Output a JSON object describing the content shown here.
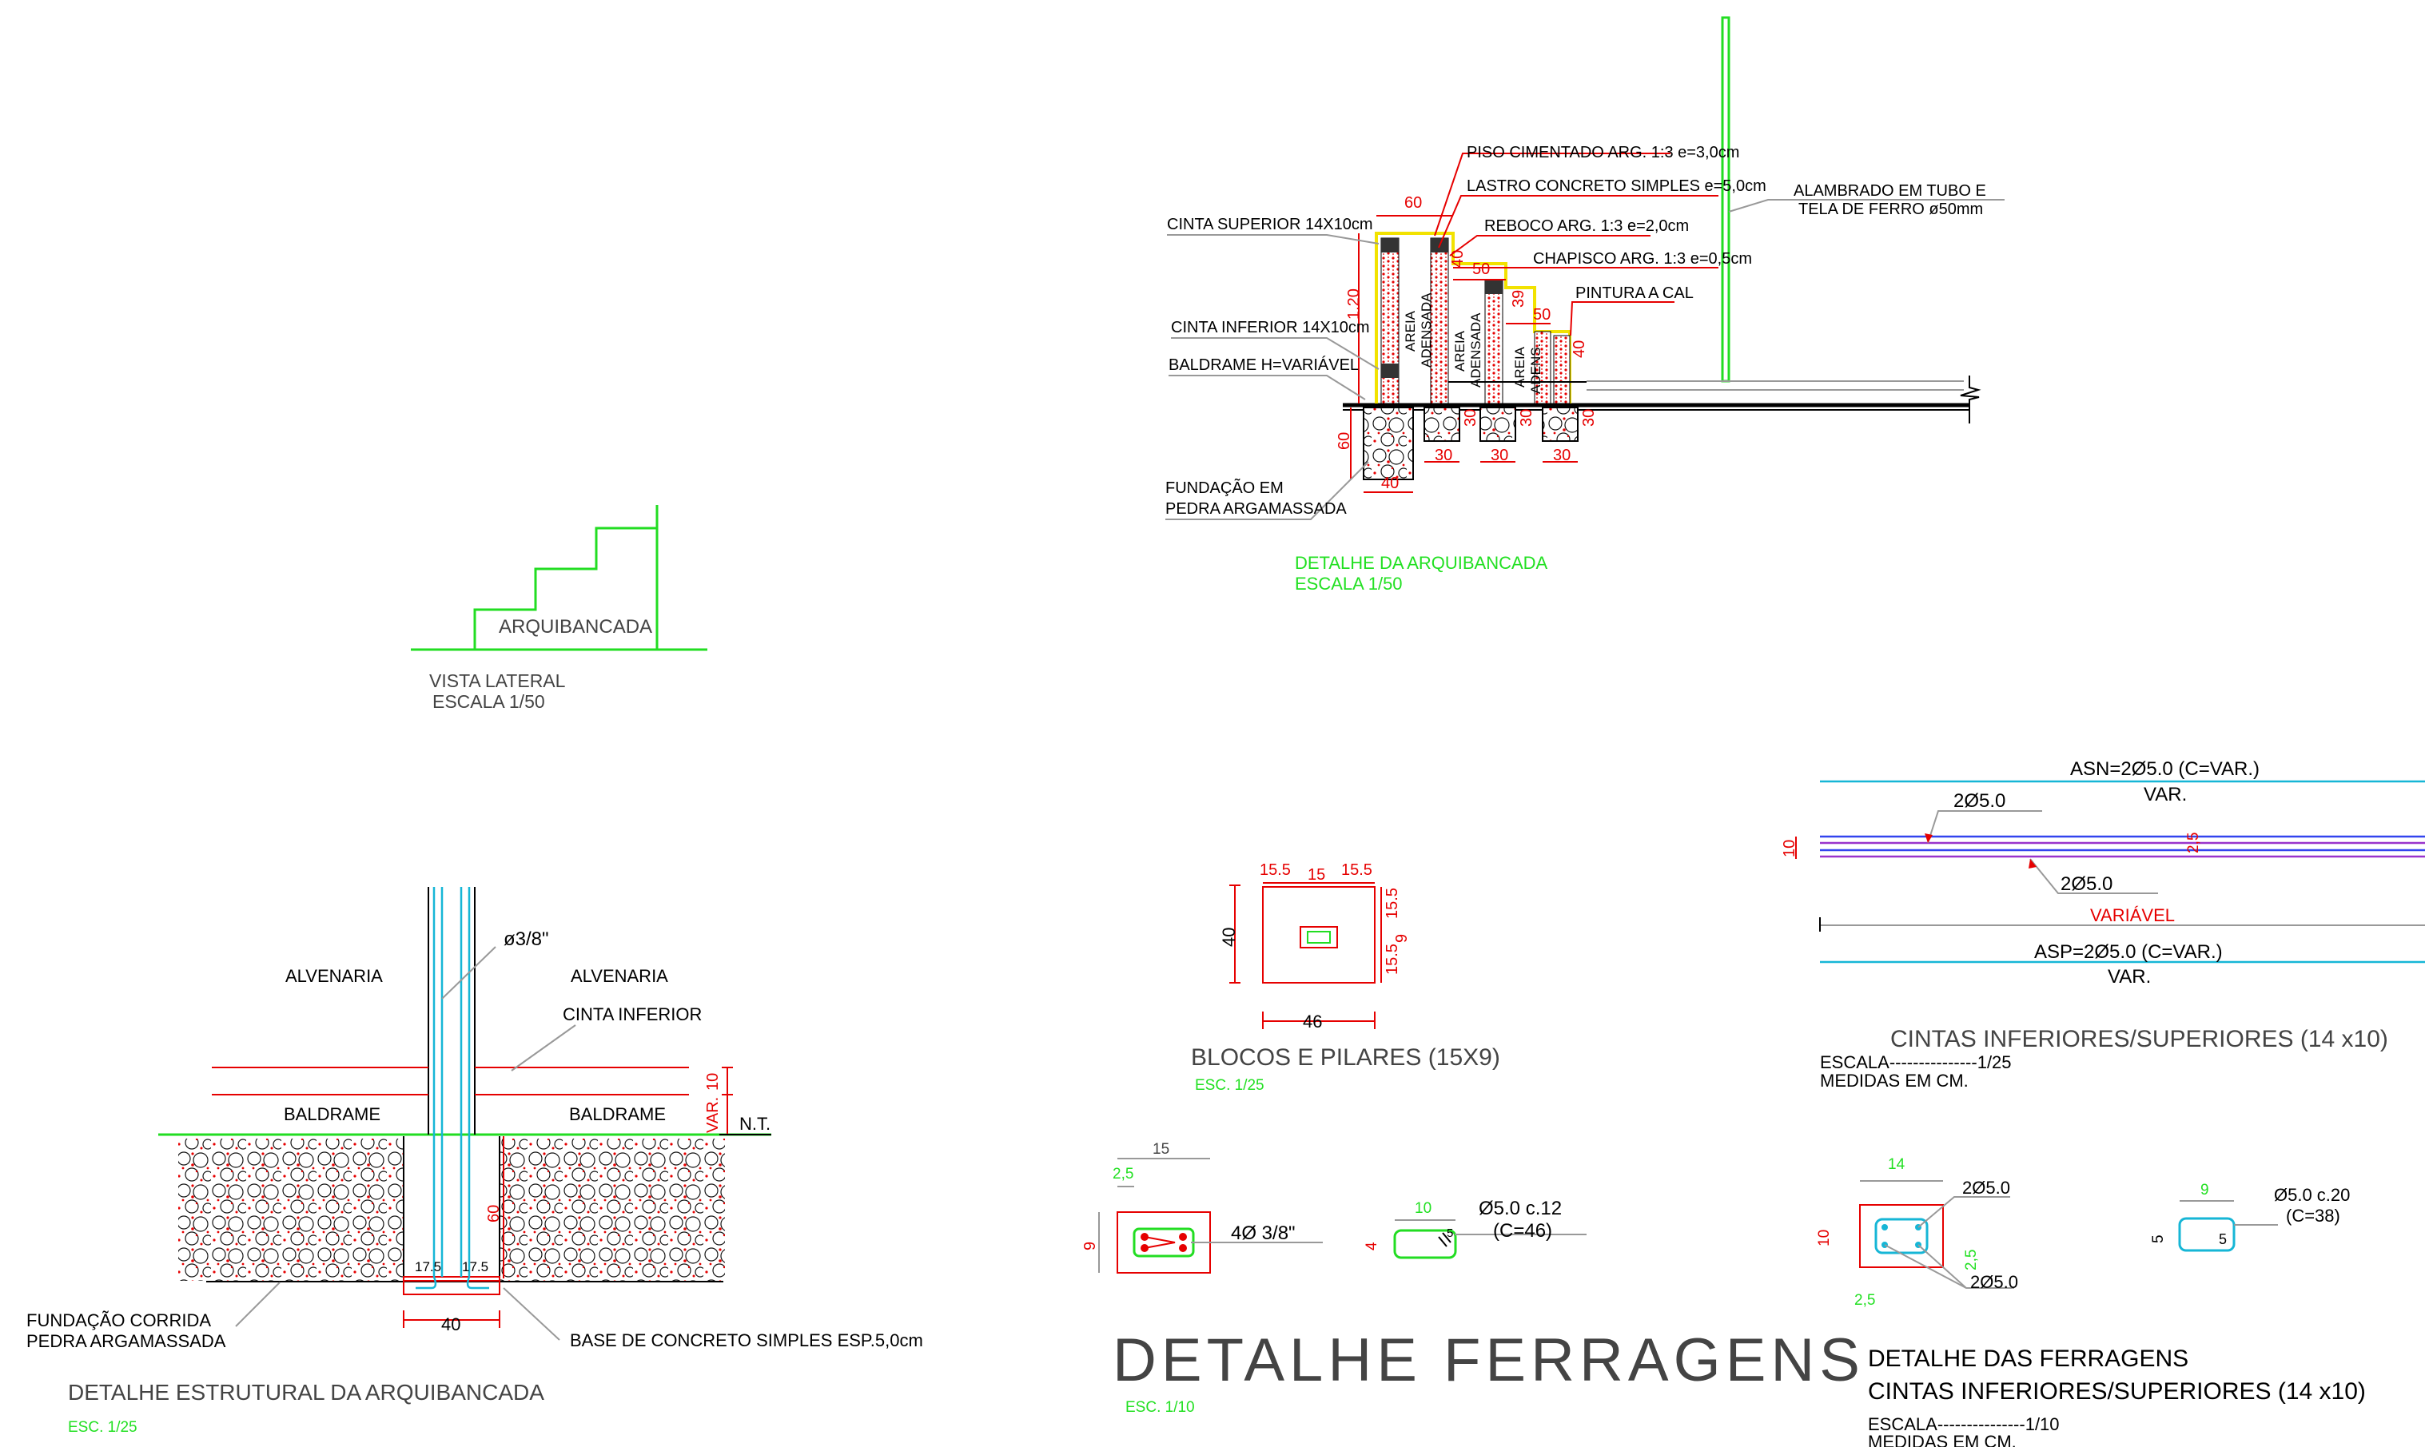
{
  "vista_lateral": {
    "label": "ARQUIBANCADA",
    "title": "VISTA LATERAL",
    "scale": "ESCALA 1/50"
  },
  "arquibancada": {
    "labels": {
      "piso": "PISO CIMENTADO ARG. 1:3 e=3,0cm",
      "lastro": "LASTRO  CONCRETO SIMPLES e=5,0cm",
      "reboco": "REBOCO ARG. 1:3 e=2,0cm",
      "chapisco": "CHAPISCO ARG. 1:3 e=0,5cm",
      "pintura": "PINTURA A CAL",
      "cinta_superior": "CINTA SUPERIOR 14X10cm",
      "cinta_inferior": "CINTA INFERIOR 14X10cm",
      "baldrame": "BALDRAME H=VARIÁVEL",
      "fundacao_1": "FUNDAÇÃO EM",
      "fundacao_2": "PEDRA ARGAMASSADA",
      "alambrado_1": "ALAMBRADO EM TUBO E",
      "alambrado_2": "TELA DE FERRO ø50mm",
      "areia_1": "AREIA",
      "areia_1b": "ADENSADA",
      "areia_2": "AREIA",
      "areia_2b": "ADENSADA",
      "areia_3": "AREIA",
      "areia_3b": "ADENS."
    },
    "dims": {
      "d60": "60",
      "d120": "1.20",
      "d40a": "40",
      "d50a": "50",
      "d39": "39",
      "d50b": "50",
      "d40b": "40",
      "d60b": "60",
      "d40c": "40",
      "d30a": "30",
      "d30b": "30",
      "d30c": "30",
      "d30d": "30",
      "d30e": "30",
      "d30f": "30"
    },
    "title": "DETALHE DA ARQUIBANCADA",
    "scale": "ESCALA 1/50"
  },
  "estrutural": {
    "phi": "ø3/8\"",
    "alvenaria_left": "ALVENARIA",
    "alvenaria_right": "ALVENARIA",
    "cinta_inferior": "CINTA  INFERIOR",
    "baldrame_left": "BALDRAME",
    "baldrame_right": "BALDRAME",
    "var": "VAR.",
    "d10": "10",
    "nt": "N.T.",
    "d60": "60",
    "d175a": "17.5",
    "d175b": "17.5",
    "d40": "40",
    "fundacao_1": "FUNDAÇÃO CORRIDA",
    "fundacao_2": "PEDRA  ARGAMASSADA",
    "base": "BASE DE CONCRETO SIMPLES ESP.5,0cm",
    "title": "DETALHE ESTRUTURAL DA ARQUIBANCADA",
    "scale": "ESC. 1/25"
  },
  "blocos": {
    "d155a": "15.5",
    "d15": "15",
    "d155b": "15.5",
    "d155c": "15.5",
    "d9": "9",
    "d155d": "15.5",
    "d40": "40",
    "d46": "46",
    "title": "BLOCOS E PILARES (15X9)",
    "scale": "ESC. 1/25"
  },
  "ferragens": {
    "d15": "15",
    "d25": "2,5",
    "d9": "9",
    "bars": "4Ø 3/8\"",
    "d10": "10",
    "d4": "4",
    "d5": "5",
    "stirrup_1": "Ø5.0 c.12",
    "stirrup_2": "(C=46)",
    "title": "DETALHE FERRAGENS",
    "scale": "ESC. 1/10"
  },
  "cintas": {
    "asn_1": "ASN=2Ø5.0 (C=VAR.)",
    "asn_2": "VAR.",
    "bar_top": "2Ø5.0",
    "d10": "10",
    "d25": "2,5",
    "bar_bottom": "2Ø5.0",
    "variavel": "VARIÁVEL",
    "asp_1": "ASP=2Ø5.0 (C=VAR.)",
    "asp_2": "VAR.",
    "title": "CINTAS INFERIORES/SUPERIORES (14 x10)",
    "escala": "ESCALA---------------1/25",
    "medidas": "MEDIDAS EM CM."
  },
  "cintas_ferragens": {
    "d14": "14",
    "d10": "10",
    "bar_top": "2Ø5.0",
    "d25a": "2,5",
    "bar_bottom": "2Ø5.0",
    "d25b": "2,5",
    "d9": "9",
    "d5": "5",
    "d5s": "5",
    "stirrup_1": "Ø5.0 c.20",
    "stirrup_2": "(C=38)",
    "title_1": "DETALHE DAS FERRAGENS",
    "title_2": "CINTAS INFERIORES/SUPERIORES (14 x10)",
    "escala": "ESCALA---------------1/10",
    "medidas": "MEDIDAS EM CM."
  },
  "colors": {
    "dimension": "#e60000",
    "outline": "#22dd22",
    "rebar": "#16b6d6",
    "plaster": "#f2e200"
  }
}
